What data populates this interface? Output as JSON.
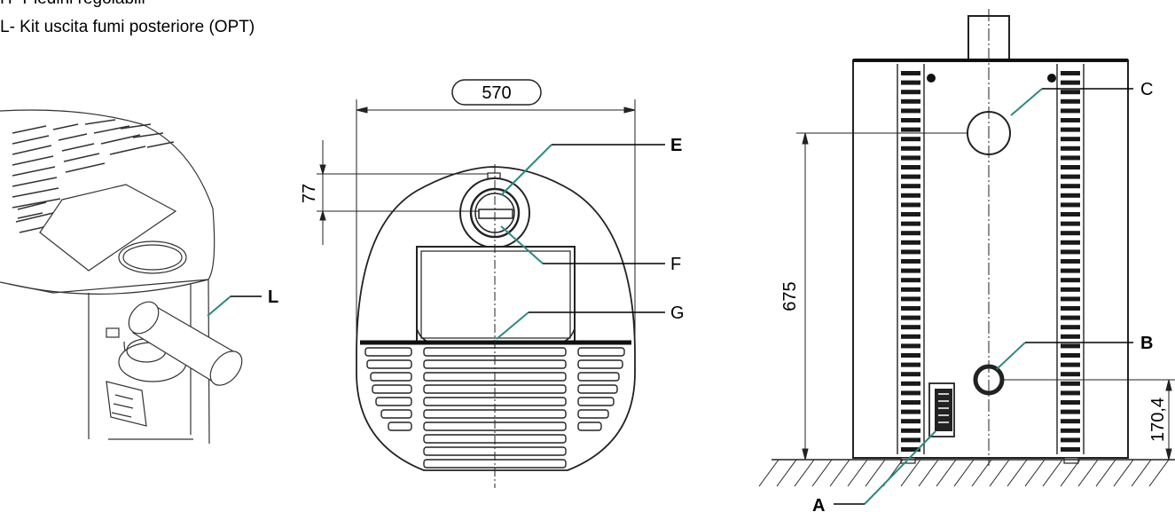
{
  "legend": [
    "H- Piedini regolabili",
    "L- Kit uscita fumi posteriore (OPT)"
  ],
  "dimensions": {
    "width": "570",
    "flue_offset": "77",
    "outlet_height": "675",
    "inlet_height": "170,4"
  },
  "labels": {
    "A": "A",
    "B": "B",
    "C": "C",
    "E": "E",
    "F": "F",
    "G": "G",
    "L": "L"
  }
}
